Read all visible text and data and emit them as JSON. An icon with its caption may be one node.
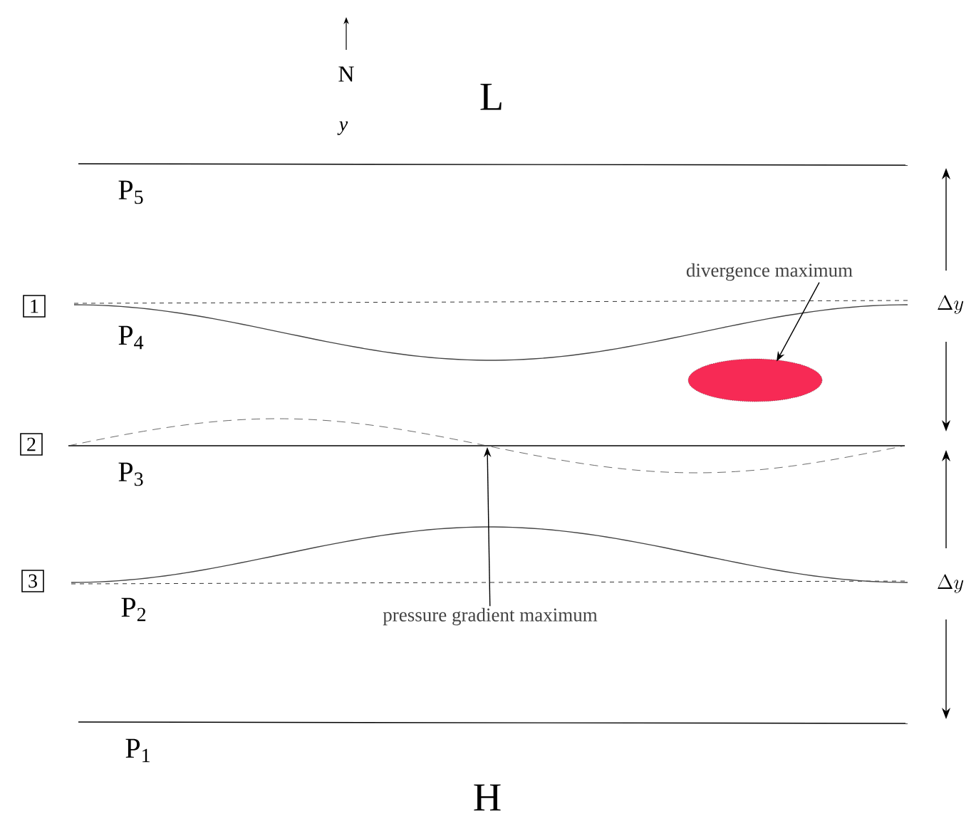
{
  "diagram": {
    "nodes": [
      {
        "text": [
          "divergence maximum"
        ]
      },
      {
        "text": [],
        "shape": "ellipse"
      },
      {
        "text": [
          "pressure gradient maximum"
        ]
      },
      {
        "text": [
          "1"
        ]
      },
      {
        "text": [
          "2"
        ]
      },
      {
        "text": [
          "3"
        ]
      }
    ],
    "edges": [
      {
        "from": 0,
        "to": 1,
        "arrow": "to"
      },
      {
        "from": 2,
        "to": null,
        "arrow": "to"
      }
    ],
    "labels": [
      "N",
      "L",
      "y",
      "P$_{5}$",
      "\\Delta y",
      "P$_{4}$",
      "P$_{3}$",
      "P$_{2}$",
      "\\Delta y",
      "P$_{1}$",
      "H"
    ]
  }
}
